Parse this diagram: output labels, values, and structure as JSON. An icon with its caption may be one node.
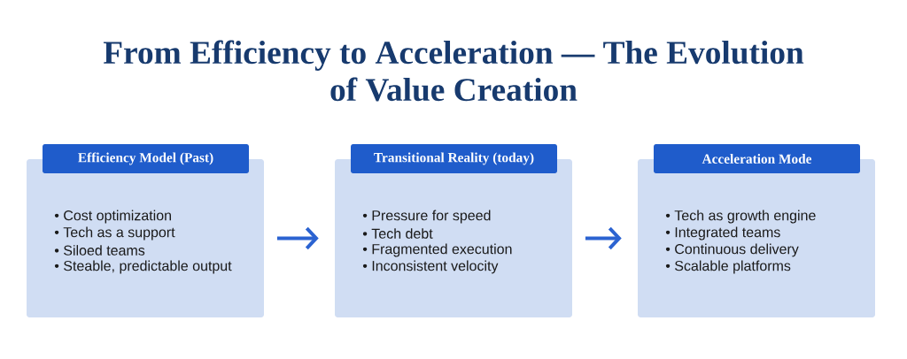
{
  "diagram": {
    "title": "From Efficiency to Acceleration — The Evolution of Value Creation",
    "nodes": [
      {
        "text": [
          "Efficiency Model (Past)",
          "• Cost optimization",
          "• Tech as a support",
          "• Siloed teams",
          "• Steable, predictable output"
        ]
      },
      {
        "text": [
          "Transitional Reality (today)",
          "• Pressure for speed",
          "• Tech debt",
          "• Fragmented execution",
          "• Inconsistent velocity"
        ]
      },
      {
        "text": [
          "Acceleration Mode",
          "• Tech as growth engine",
          "• Integrated teams",
          "• Continuous delivery",
          "• Scalable platforms"
        ]
      }
    ],
    "edges": [
      {
        "from": 0,
        "to": 1,
        "arrow": "to"
      },
      {
        "from": 1,
        "to": 2,
        "arrow": "to"
      }
    ]
  }
}
